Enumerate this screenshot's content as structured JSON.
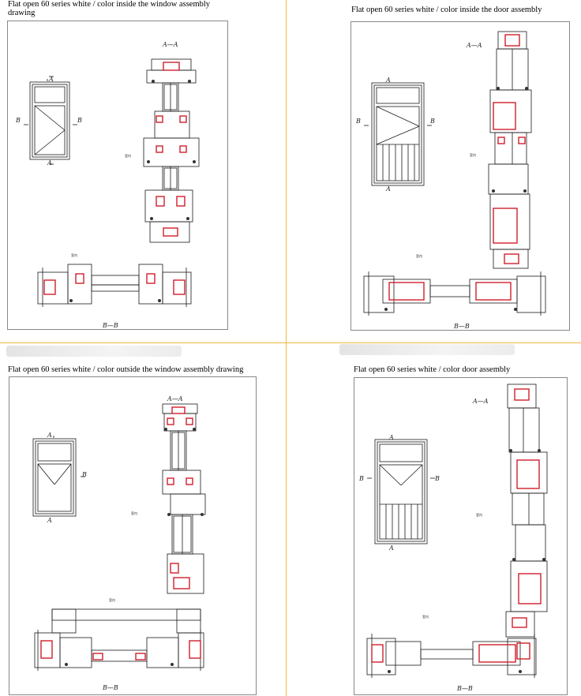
{
  "colors": {
    "divider": "#f0b840",
    "profile_line": "#1a1a1a",
    "gasket": "#d0202a",
    "frame_border": "#888888"
  },
  "captions": {
    "top_left": "Flat open 60 series white / color inside the window assembly drawing",
    "top_right": "Flat open 60 series white / color inside the door assembly",
    "bottom_left": "Flat open 60 series white / color outside the window assembly drawing",
    "bottom_right": "Flat open 60 series white / color door assembly"
  },
  "labels": {
    "section_a": "A",
    "section_b": "B",
    "aa": "A—A",
    "bb": "B—B",
    "indoor": "室内"
  }
}
